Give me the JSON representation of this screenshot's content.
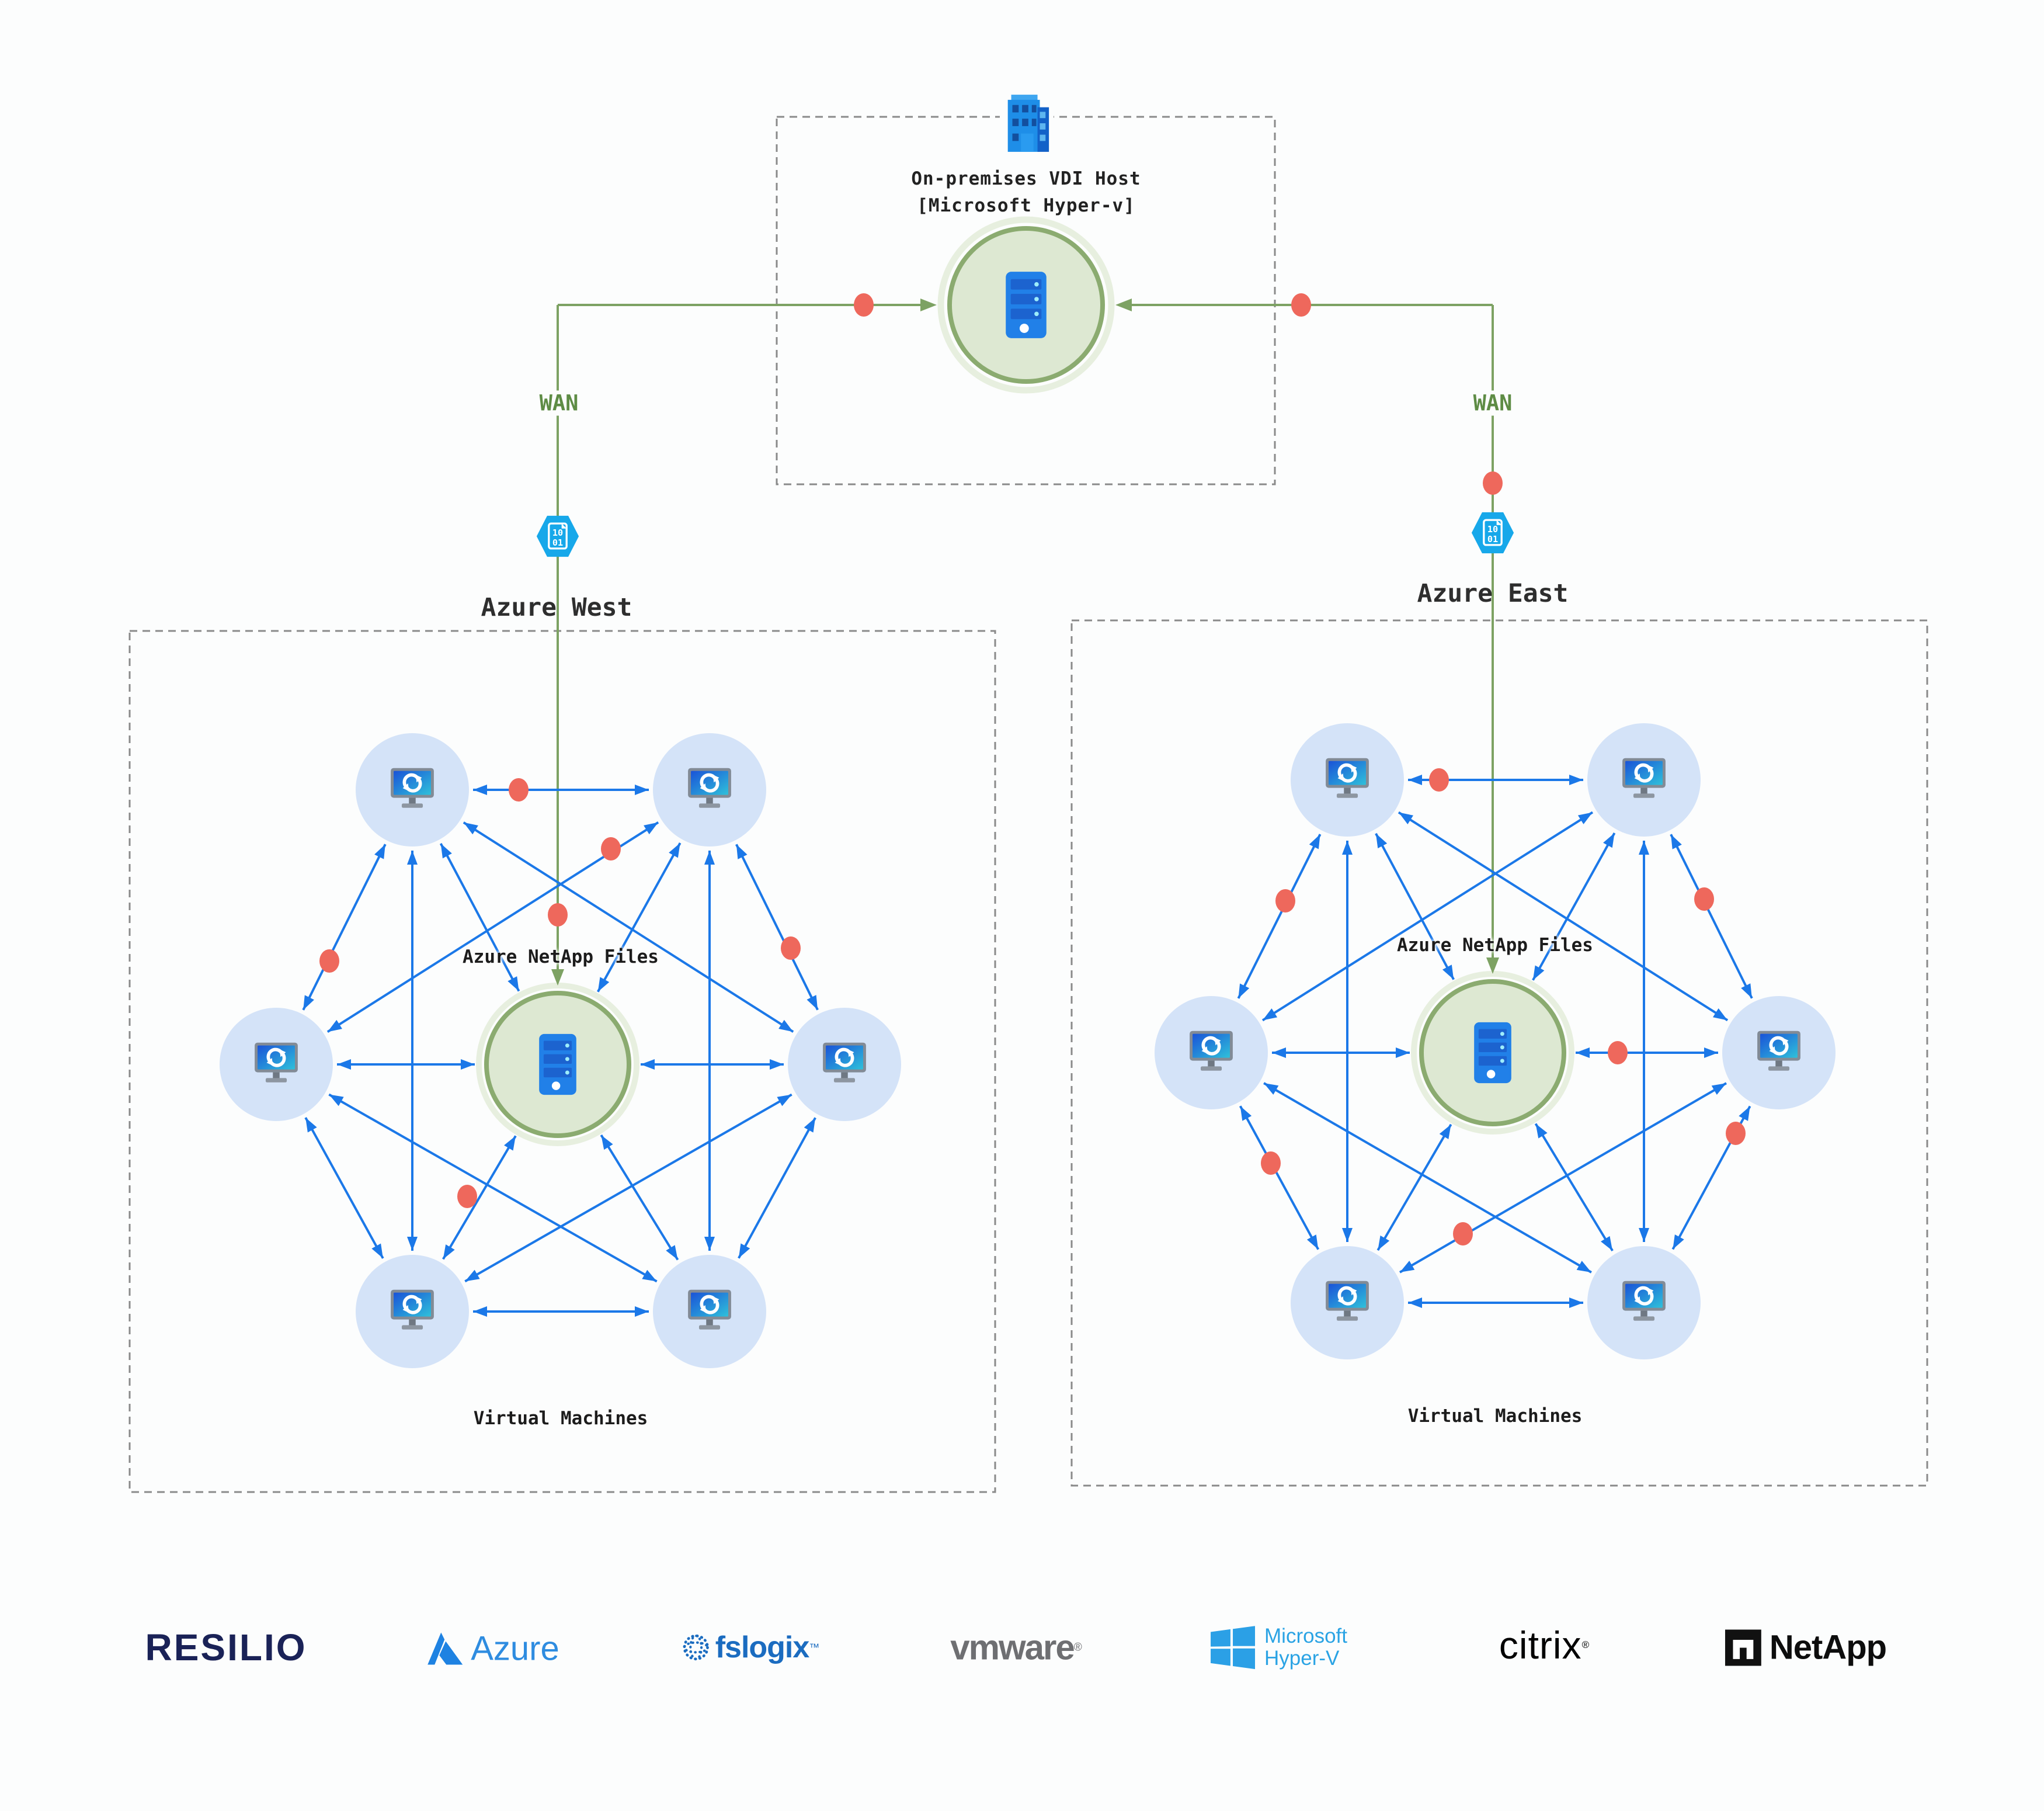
{
  "onprem": {
    "title_line1": "On-premises VDI Host",
    "title_line2": "[Microsoft Hyper-v]"
  },
  "wan_label": "WAN",
  "hex_digits": [
    "10",
    "01"
  ],
  "regions": {
    "west": {
      "label": "Azure West",
      "anf_label": "Azure NetApp Files",
      "vm_label": "Virtual Machines"
    },
    "east": {
      "label": "Azure East",
      "anf_label": "Azure NetApp Files",
      "vm_label": "Virtual Machines"
    }
  },
  "logos": {
    "resilio": "RESILIO",
    "azure": "Azure",
    "fslogix": "fslogix",
    "fslogix_mark": "™",
    "vmware": "vmware",
    "vmware_mark": "®",
    "microsoft_line1": "Microsoft",
    "microsoft_line2": "Hyper-V",
    "citrix": "citrix",
    "citrix_mark": "®",
    "netapp": "NetApp"
  },
  "colors": {
    "background": "#fcfdfd",
    "mesh_arrow_blue": "#1b78e8",
    "sync_dot_red": "#ee685c",
    "wan_green": "#7da263",
    "wan_text_green": "#5e8c45",
    "circle_fill_green": "#dde8d2",
    "circle_ring_green": "#8bab70",
    "vm_circle_blue": "#d4e3f8",
    "dashed_border_gray": "#8a8a8a",
    "hexagon_blue": "#17a8ea",
    "server_blue": "#2180e8",
    "label_dark": "#222222"
  }
}
